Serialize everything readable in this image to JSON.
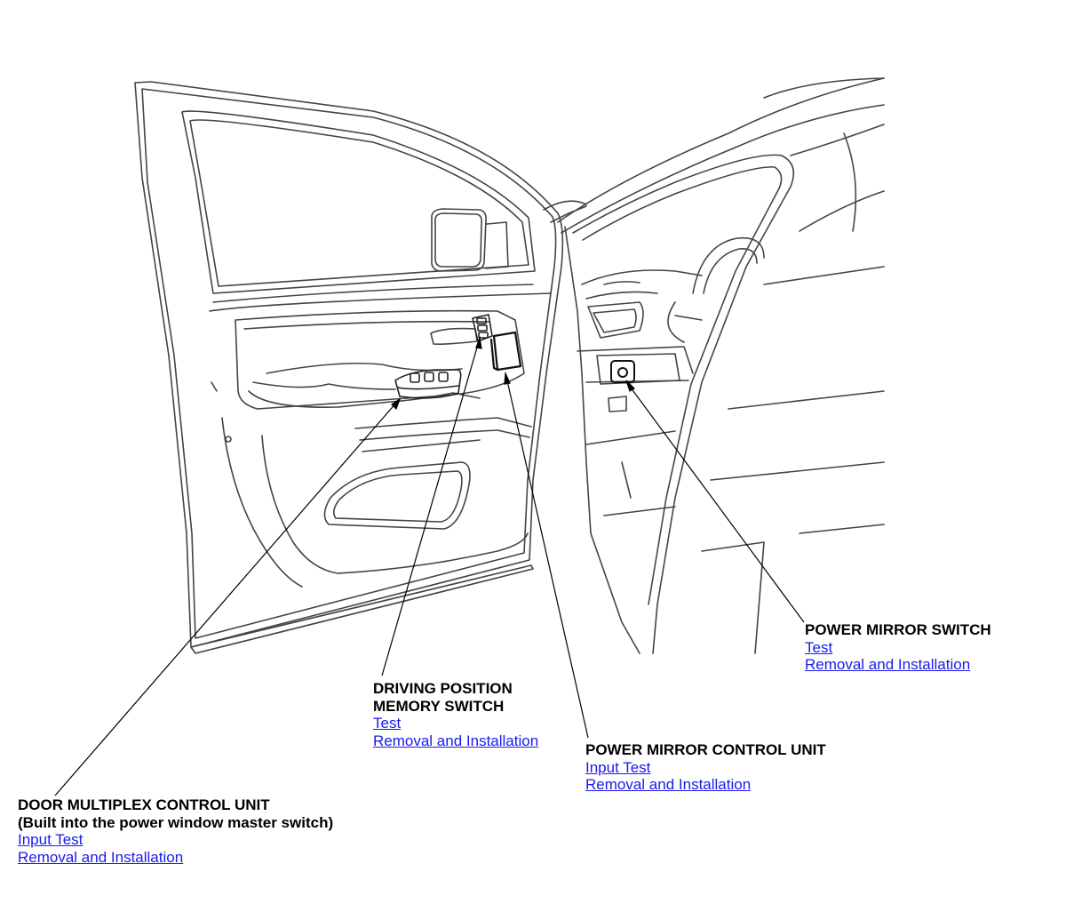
{
  "callouts": {
    "power_mirror_switch": {
      "title": "POWER MIRROR SWITCH",
      "links": [
        "Test",
        "Removal and Installation"
      ]
    },
    "driving_position_memory_switch": {
      "title_line1": "DRIVING POSITION",
      "title_line2": "MEMORY SWITCH",
      "links": [
        "Test",
        "Removal and Installation"
      ]
    },
    "power_mirror_control_unit": {
      "title": "POWER MIRROR CONTROL UNIT",
      "links": [
        "Input Test",
        "Removal and Installation"
      ]
    },
    "door_multiplex_control_unit": {
      "title": "DOOR MULTIPLEX CONTROL UNIT",
      "subtitle": "(Built into the power window master switch)",
      "links": [
        "Input Test",
        "Removal and Installation"
      ]
    }
  },
  "colors": {
    "line_art": "#333333",
    "link": "#1a1aee",
    "text": "#000000"
  }
}
